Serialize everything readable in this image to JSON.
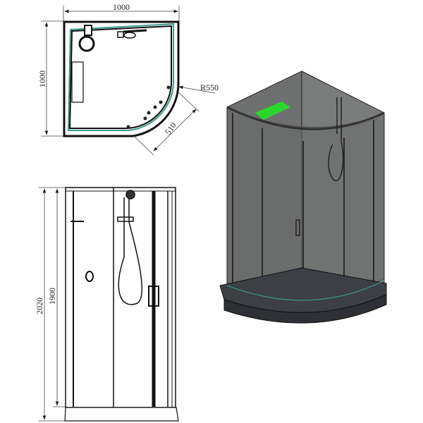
{
  "title": "Quarter-round shower cabin dimensional drawing",
  "plan_view": {
    "width_label": "1000",
    "depth_label": "1000",
    "radius_label": "R550",
    "door_label": "510"
  },
  "front_view": {
    "total_height_label": "2020",
    "panel_height_label": "1900"
  },
  "colors": {
    "line": "#1a1a1a",
    "glass_edge": "#3a9a8a",
    "cabin_grey": "#6f7170",
    "tray": "#3c3f44",
    "control_panel": "#2bd62b"
  }
}
